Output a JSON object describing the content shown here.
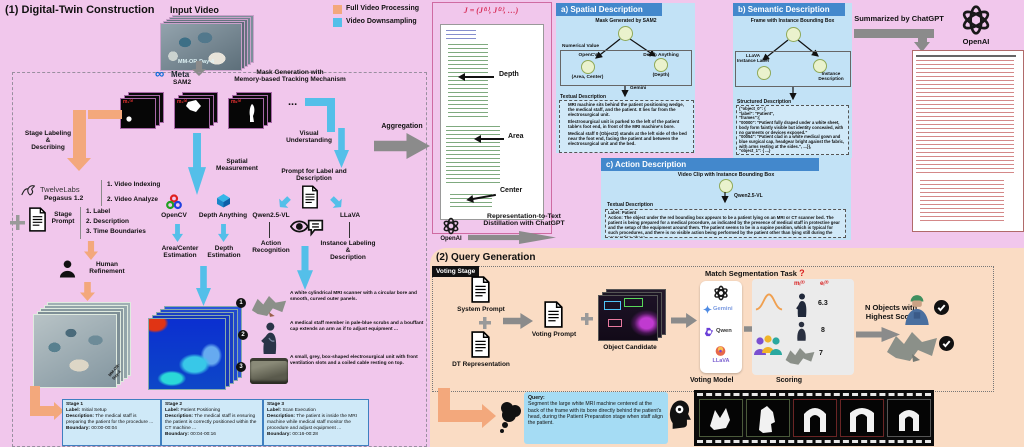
{
  "s1": {
    "title": "(1) Digital-Twin Construction",
    "legend": {
      "full": "Full Video Processing",
      "down": "Video Downsampling"
    },
    "input_video": "Input Video",
    "watermark": "MM-OR-Day-4",
    "meta": "Meta",
    "sam2": "SAM2",
    "infinity": "∞",
    "mask_gen": "Mask Generation with\nMemory-based Tracking Mechanism",
    "mask_labels": [
      "m₁⁽ᵗ⁾",
      "m₂⁽ᵗ⁾",
      "mₖ⁽ᵗ⁾"
    ],
    "ellipsis": "...",
    "visual_understanding": "Visual\nUnderstanding",
    "stage_labeling": "Stage Labeling\n&\nDescribing",
    "twelvelabs": {
      "name": "TwelveLabs",
      "model": "Pegasus 1.2",
      "items": [
        "1.   Video Indexing",
        "2.   Video Analyze"
      ]
    },
    "stage_prompt": {
      "label": "Stage\nPrompt",
      "items": [
        "1.   Label",
        "2.   Description",
        "3.   Time Boundaries"
      ]
    },
    "human": "Human\nRefinement",
    "spatial_measurement": "Spatial\nMeasurement",
    "opencv": "OpenCV",
    "depth_anything": "Depth Anything",
    "area_center": "Area/Center\nEstimation",
    "depth_est": "Depth\nEstimation",
    "prompt_for_label": "Prompt for Label and\nDescription",
    "qwen": "Qwen2.5-VL",
    "llava": "LLaVA",
    "action_rec": "Action\nRecognition",
    "instance_lab": "Instance Labeling\n&\nDescription",
    "instances": [
      {
        "num": "1",
        "text": "A white cylindrical MRI scanner with a circular bore and smooth, curved outer panels."
      },
      {
        "num": "2",
        "text": "A medical staff member in pale-blue scrubs and a bouffant cap extends an arm as if to adjust equipment ..."
      },
      {
        "num": "3",
        "text": "A small, grey, box-shaped electrosurgical unit with front ventilation slots and a coiled cable resting on top."
      }
    ],
    "keys": {
      "label": "Label:",
      "desc": "Description:",
      "bound": "Boundary:"
    },
    "stages": [
      {
        "title": "Stage 1",
        "label": "Initial Setup",
        "desc": "The medical staff is preparing the patient for the procedure ...",
        "boundary": "00:00-00:04"
      },
      {
        "title": "Stage 2",
        "label": "Patient Positioning",
        "desc": "The medical staff is ensuring the patient is correctly positioned within the CT machine ...",
        "boundary": "00:04-00:16"
      },
      {
        "title": "Stage 3",
        "label": "Scan Execution",
        "desc": "The patient is inside the MRI machine while medical staff monitor the procedure and adjust equipment ...",
        "boundary": "00:16-00:28"
      }
    ],
    "agg": {
      "label": "Aggregation",
      "formula": "J = (J⁽¹⁾, J⁽²⁾, …)",
      "arrows": [
        "Depth",
        "Area",
        "Center"
      ],
      "distill": "Representation-to-Text\nDistillation with ChatGPT"
    },
    "openai": "OpenAI",
    "summarized": "Summarized by ChatGPT"
  },
  "box_a": {
    "header": "a) Spatial Description",
    "top": "Mask Generated by SAM2",
    "numerical": "Numerical Value",
    "opencv": "OpenCV",
    "depth_anything": "Depth Anything",
    "area_center": "(Area, Center)",
    "depth": "(Depth)",
    "gemini": "Gemini",
    "textual": "Textual Description",
    "bullets": [
      "MRI machine sits behind the patient positioning wedge, the medical staff, and the patient. It lies far from the electrosurgical unit.",
      "Electrosurgical unit is parked to the left of the patient table's foot end, in front of the MRI machine's bore.",
      "Medical staff 0 (Object2) stands at the left side of the bed near the foot end, facing the patient and between the electrosurgical unit and the bed."
    ]
  },
  "box_b": {
    "header": "b) Semantic Description",
    "top": "Frame with Instance Bounding Box",
    "left": "LLaVA\nInstance Label",
    "right": "Instance\nDescription",
    "structured": "Structured Description",
    "json_text": "{\"object_0\": {\n\"label\": \"Patient\",\n\"frames\":{\n\"00000\": \"Patient fully draped under a white sheet, body form faintly visible but identity concealed, with no garments or devices exposed.\"\n\"00054\": \"Patient clad in a white medical gown and blue surgical cap, headgear bright against the fabric, with arms resting at the sides.\", ...}},\n\"object_1\": { ...}\n}"
  },
  "box_c": {
    "header": "c) Action Description",
    "top": "Video Clip with Instance Bounding Box",
    "qwen": "Qwen2.5-VL",
    "textual": "Textual Description",
    "label_line": "Label: Patient",
    "action": "Action: The object under the red bounding box appears to be a patient lying on an MRI or CT scanner bed. The patient is being prepared for a medical procedure, as indicated by the presence of medical staff in protective gear and the setup of the equipment around them. The patient seems to be in a supine position, which is typical for such procedures, and there is no visible action being performed by the patient other than lying still during the preparation phase."
  },
  "s2": {
    "title": "(2) Query Generation",
    "voting_stage": "Voting Stage",
    "system_prompt": "System Prompt",
    "dt_rep": "DT Representation",
    "voting_prompt": "Voting Prompt",
    "object_candidate": "Object Candidate",
    "match": "Match Segmentation Task",
    "qmark": "?",
    "models": {
      "gemini": "Gemini",
      "qwen": "Qwen",
      "llava": "LLaVA"
    },
    "m_h": "mᵢ⁽ᵗ⁾",
    "e_h": "eᵢ⁽ᵗ⁾",
    "scores": [
      "6.3",
      "8",
      "7"
    ],
    "n_objects": "N Objects with\nHighest Score",
    "voting_model": "Voting  Model",
    "scoring": "Scoring",
    "query_k": "Query:",
    "query": "Segment the large white MRI machine centered at the back of the frame with its bore directly behind the patient's head, during the Patient Preparation stage when staff align the patient."
  }
}
